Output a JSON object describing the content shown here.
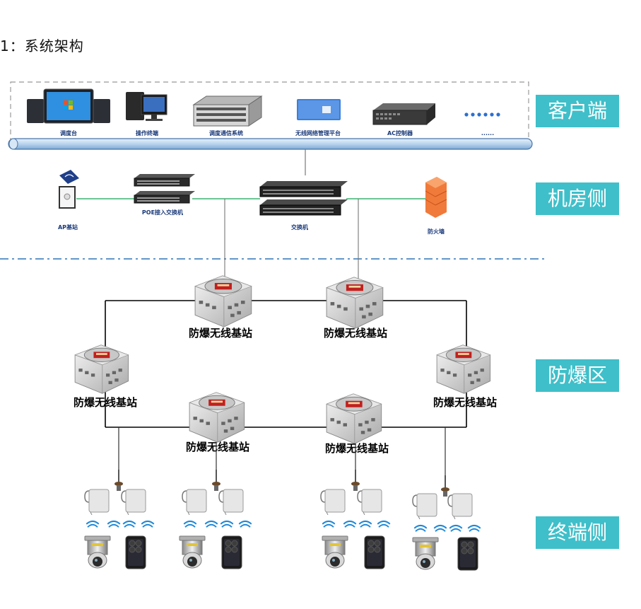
{
  "title": "1：系统架构",
  "zones": {
    "client": "客户端",
    "machine_room": "机房侧",
    "explosion_proof": "防爆区",
    "terminal": "终端侧"
  },
  "client_devices": [
    "调度台",
    "操作终端",
    "调度通信系统",
    "无线网络管理平台",
    "AC控制器",
    "......"
  ],
  "machine_room_devices": {
    "ap": "AP基站",
    "poe_switch": "POE接入交换机",
    "switch": "交换机",
    "firewall": "防火墙"
  },
  "base_station_label": "防爆无线基站",
  "colors": {
    "accent_teal": "#3fbfc9",
    "bus_blue": "#c9dff2",
    "link_green": "#3cb371",
    "dashed_blue": "#2e75b6"
  }
}
